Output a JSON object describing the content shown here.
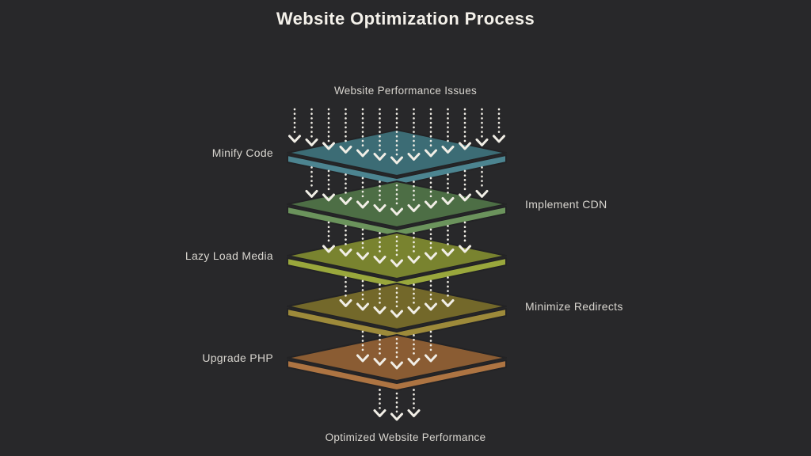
{
  "colors": {
    "background": "#28282a",
    "title_text": "#f4f1ea",
    "label_text": "#d8d5cf",
    "arrow": "#f1eee6",
    "outline": "#232325"
  },
  "header": {
    "title": "Website Optimization Process"
  },
  "diagram": {
    "top_label": "Website Performance Issues",
    "bottom_label": "Optimized Website Performance",
    "layers": [
      {
        "label": "Minify Code",
        "side": "left",
        "top_color": "#3c6c75",
        "side_color": "#4c8490"
      },
      {
        "label": "Implement CDN",
        "side": "right",
        "top_color": "#4d6e45",
        "side_color": "#6b935c"
      },
      {
        "label": "Lazy Load Media",
        "side": "left",
        "top_color": "#79832f",
        "side_color": "#99a73c"
      },
      {
        "label": "Minimize Redirects",
        "side": "right",
        "top_color": "#73682a",
        "side_color": "#9d8a3a"
      },
      {
        "label": "Upgrade PHP",
        "side": "left",
        "top_color": "#8a5c33",
        "side_color": "#ad7442"
      }
    ],
    "arrow_counts_per_band": [
      13,
      11,
      9,
      7,
      5,
      3
    ]
  }
}
